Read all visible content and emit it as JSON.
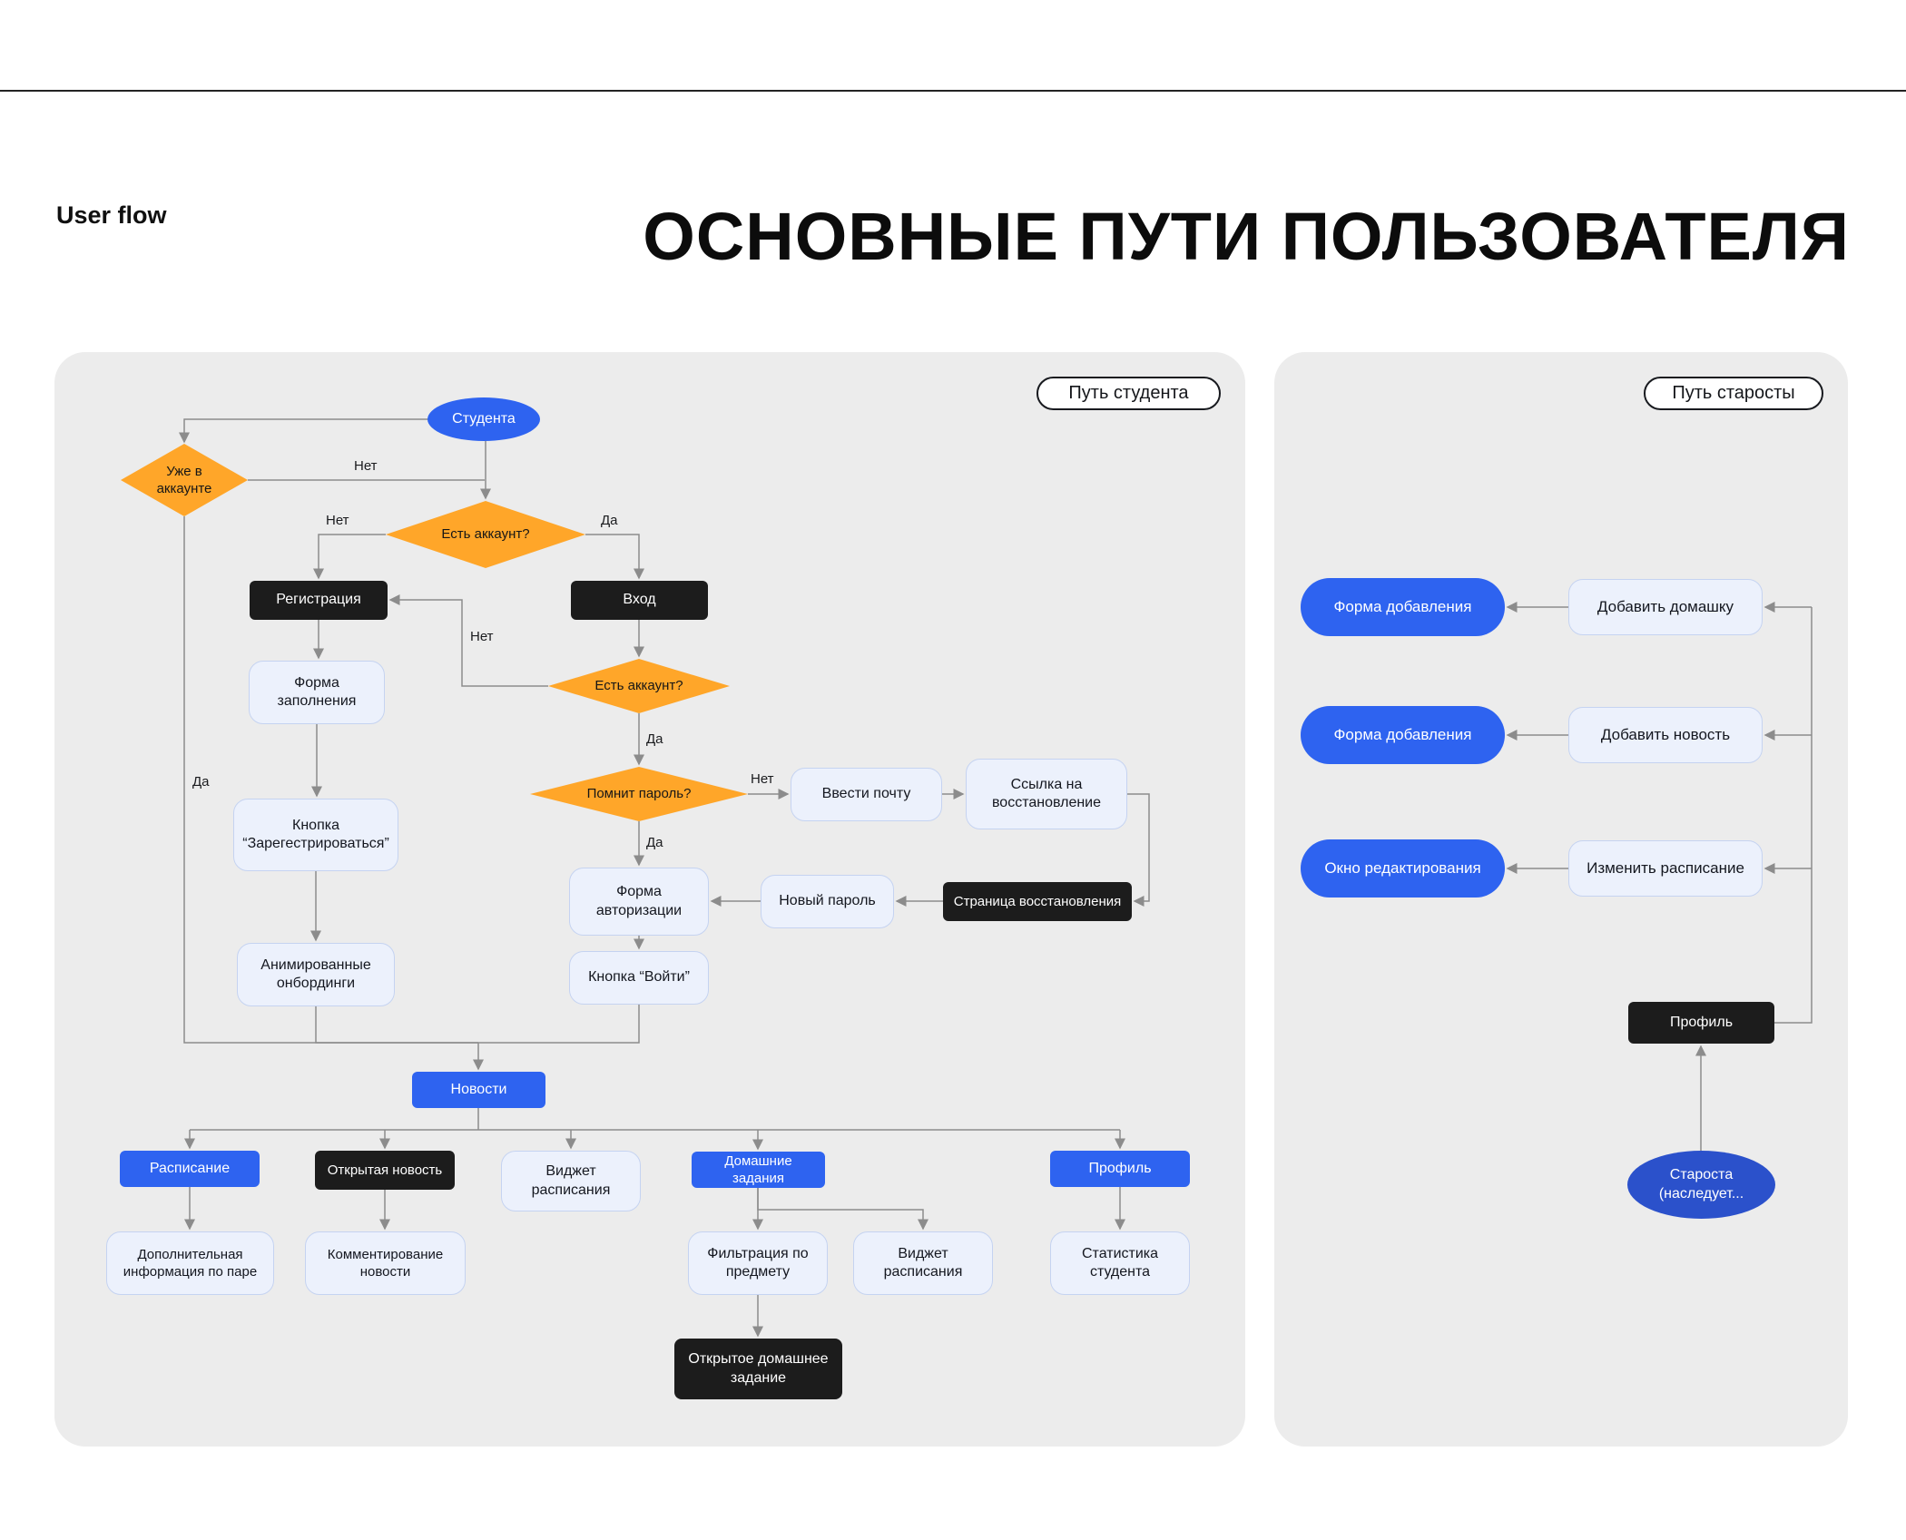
{
  "page": {
    "eyebrow": "User flow",
    "title": "ОСНОВНЫЕ ПУТИ ПОЛЬЗОВАТЕЛЯ"
  },
  "student": {
    "badge": "Путь студента",
    "nodes": {
      "start": "Студента",
      "already_in_account": "Уже в аккаунте",
      "has_account_1": "Есть аккаунт?",
      "registration": "Регистрация",
      "login": "Вход",
      "fill_form": "Форма заполнения",
      "has_account_2": "Есть аккаунт?",
      "remember_password": "Помнит пароль?",
      "enter_email": "Ввести почту",
      "recovery_link": "Ссылка на восстановление",
      "register_button": "Кнопка “Зарегестрироваться”",
      "auth_form": "Форма авторизации",
      "new_password": "Новый пароль",
      "recovery_page": "Страница восстановления",
      "onboarding": "Анимированные онбординги",
      "login_button": "Кнопка “Войти”",
      "news": "Новости",
      "schedule": "Расписание",
      "open_news": "Открытая новость",
      "schedule_widget_top": "Виджет расписания",
      "homework": "Домашние задания",
      "profile": "Профиль",
      "pair_extra_info": "Дополнительная информация по паре",
      "news_commenting": "Комментирование новости",
      "subject_filter": "Фильтрация по предмету",
      "schedule_widget_bottom": "Виджет расписания",
      "student_stats": "Статистика студента",
      "open_homework": "Открытое домашнее задание"
    },
    "edge_labels": {
      "no_already": "Нет",
      "no_has1": "Нет",
      "yes_has1": "Да",
      "no_has2": "Нет",
      "yes_has2": "Да",
      "no_remember": "Нет",
      "yes_remember": "Да",
      "yes_already": "Да"
    }
  },
  "leader": {
    "badge": "Путь старосты",
    "nodes": {
      "add_form_homework": "Форма добавления",
      "add_homework": "Добавить домашку",
      "add_form_news": "Форма добавления",
      "add_news": "Добавить новость",
      "edit_window": "Окно редактирования",
      "edit_schedule": "Изменить расписание",
      "profile": "Профиль",
      "start": "Староста (наследует..."
    }
  },
  "colors": {
    "accent_blue": "#2E63F0",
    "deep_blue": "#2B51CB",
    "orange": "#FFA629",
    "dark_node": "#1C1C1C",
    "light_node_bg": "#ECF1FC",
    "light_node_border": "#C5D3F1",
    "panel_bg": "#ECECEC",
    "edge_line": "#8C8C8C"
  }
}
